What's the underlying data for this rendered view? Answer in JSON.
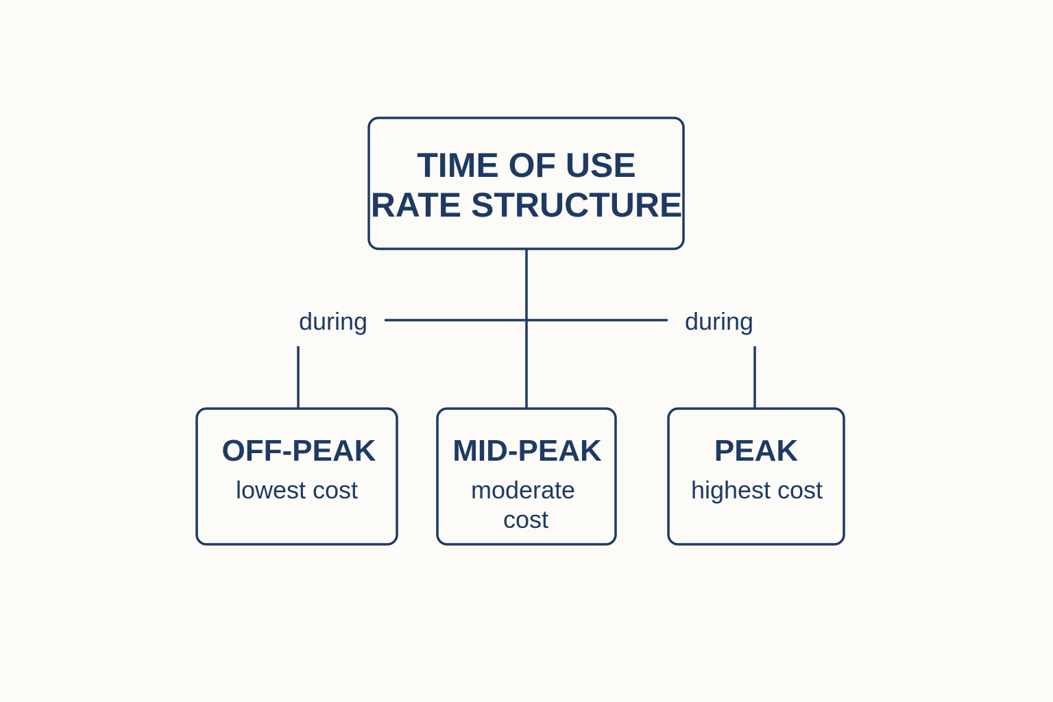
{
  "colors": {
    "background": "#fcfbf7",
    "ink": "#1e3a64"
  },
  "root": {
    "title_line1": "TIME OF USE",
    "title_line2": "RATE STRUCTURE"
  },
  "edge_labels": {
    "left": "during",
    "right": "during"
  },
  "tiers": {
    "off_peak": {
      "title": "OFF-PEAK",
      "desc_line1": "lowest cost"
    },
    "mid_peak": {
      "title": "MID-PEAK",
      "desc_line1": "moderate",
      "desc_line2": "cost"
    },
    "peak": {
      "title": "PEAK",
      "desc_line1": "highest cost"
    }
  }
}
